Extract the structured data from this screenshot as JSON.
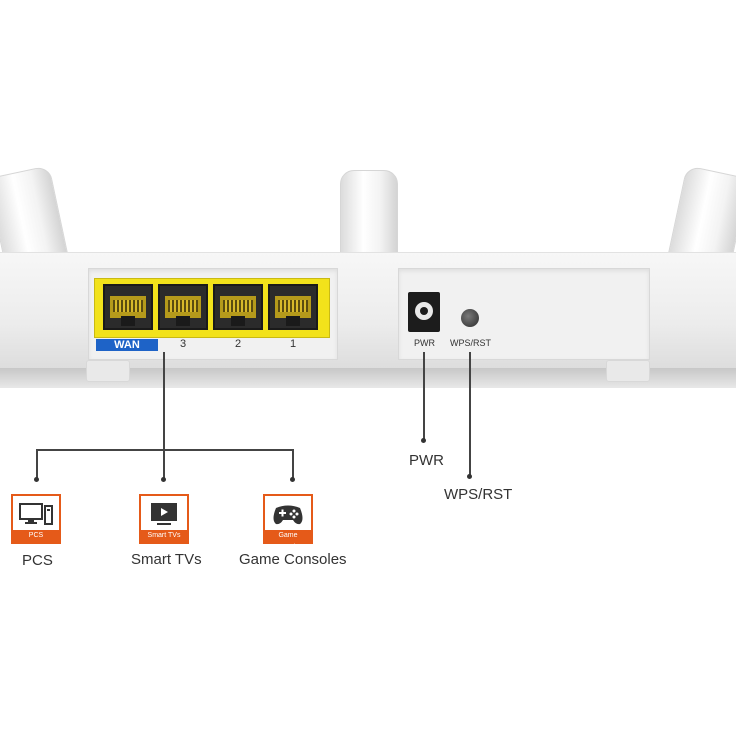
{
  "router": {
    "ports": {
      "wan": "WAN",
      "lan3": "3",
      "lan2": "2",
      "lan1": "1"
    },
    "power_jack_label": "PWR",
    "wps_button_label": "WPS/RST"
  },
  "callouts": {
    "pwr": "PWR",
    "wps": "WPS/RST"
  },
  "devices": [
    {
      "tag": "PCS",
      "label": "PCS",
      "icon": "pc-icon"
    },
    {
      "tag": "Smart TVs",
      "label": "Smart TVs",
      "icon": "tv-icon"
    },
    {
      "tag": "Game Consoles",
      "label": "Game Consoles",
      "icon": "gamepad-icon"
    }
  ],
  "colors": {
    "accent": "#e55a19",
    "wan": "#1e63c7",
    "port_block": "#f2e21b"
  }
}
